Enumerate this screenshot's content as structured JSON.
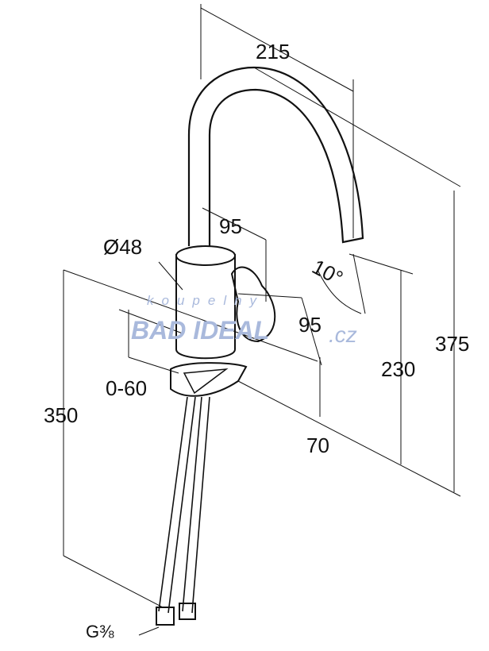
{
  "title": "Faucet dimension drawing",
  "dimensions": {
    "reach": "215",
    "diameter": "Ø48",
    "lever_offset": "95",
    "lever_depth": "95",
    "angle": "10°",
    "spout_height": "230",
    "total_height": "375",
    "deck_thickness": "0-60",
    "base_height": "70",
    "hose_length": "350",
    "connection": "G⅜"
  },
  "watermark": {
    "top": "koupelny",
    "main": "BAD IDEAL",
    "suffix": ".cz"
  }
}
